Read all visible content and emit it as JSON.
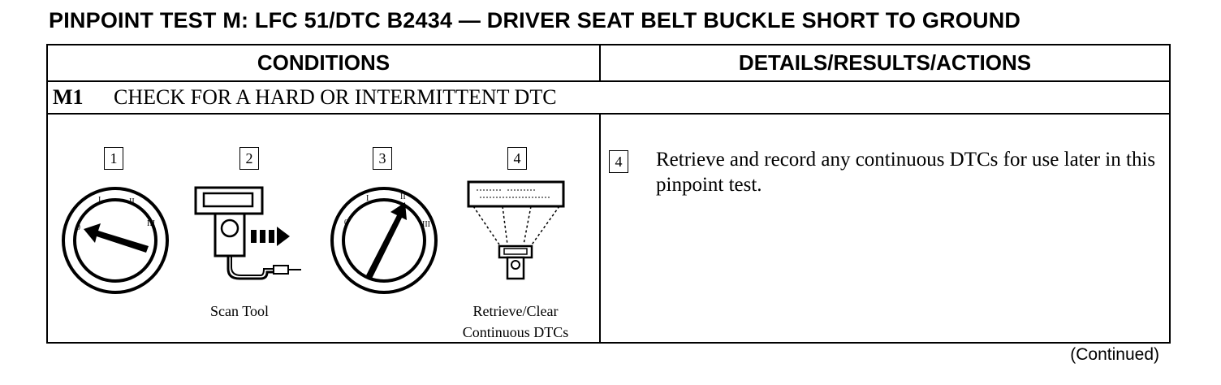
{
  "title": "PINPOINT TEST M:  LFC 51/DTC B2434 — DRIVER SEAT BELT BUCKLE SHORT TO GROUND",
  "headers": {
    "conditions": "CONDITIONS",
    "details": "DETAILS/RESULTS/ACTIONS"
  },
  "step": {
    "id": "M1",
    "title": "CHECK FOR A HARD OR INTERMITTENT DTC"
  },
  "illustrations": [
    {
      "number": "1",
      "icon": "ignition-switch-off-icon",
      "caption": ""
    },
    {
      "number": "2",
      "icon": "scan-tool-icon",
      "caption": "Scan Tool"
    },
    {
      "number": "3",
      "icon": "ignition-switch-run-icon",
      "caption": ""
    },
    {
      "number": "4",
      "icon": "retrieve-clear-dtcs-icon",
      "caption_line1": "Retrieve/Clear",
      "caption_line2": "Continuous DTCs"
    }
  ],
  "ignition_positions": [
    "0",
    "I",
    "II",
    "III"
  ],
  "action": {
    "number": "4",
    "text": "Retrieve and record any continuous DTCs for use later in this pinpoint test."
  },
  "footer": "(Continued)"
}
